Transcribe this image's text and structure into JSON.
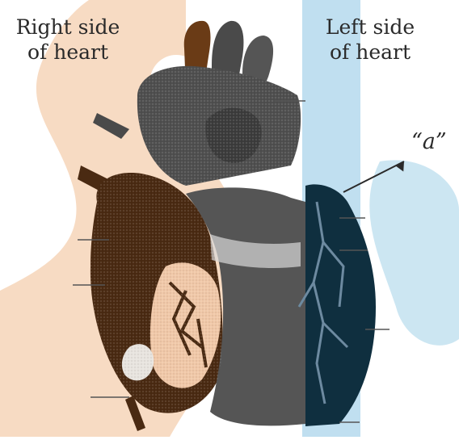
{
  "labels": {
    "right_side_line1": "Right side",
    "right_side_line2": "of heart",
    "left_side_line1": "Left side",
    "left_side_line2": "of heart",
    "marker_a": "“a”"
  },
  "colors": {
    "watermark_peach": "#f6d5b8",
    "watermark_blue": "#b9dcee",
    "heart_gray": "#4a4a4a",
    "heart_brown": "#4a2a12",
    "heart_navy": "#0f2f3f",
    "heart_peach": "#f0c8a8",
    "ink": "#2a2a2a"
  },
  "icons": [
    "heart-illustration",
    "pointer-arrow"
  ]
}
